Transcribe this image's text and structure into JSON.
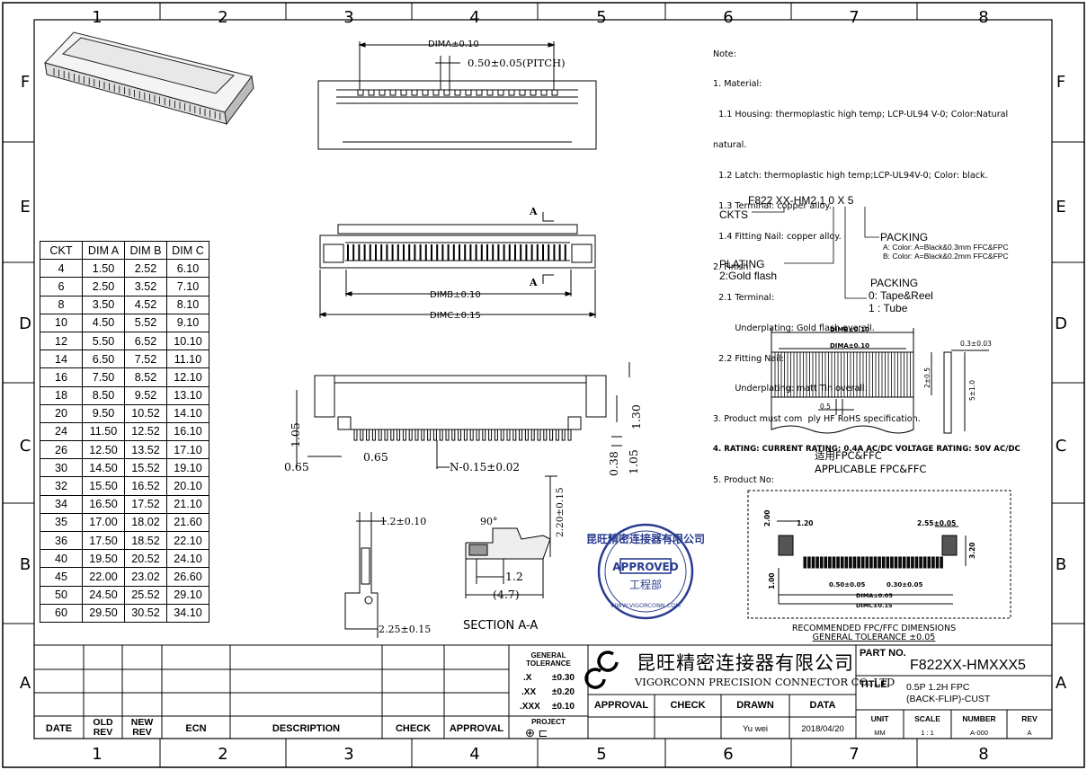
{
  "grid": {
    "top_numbers": [
      "1",
      "2",
      "3",
      "4",
      "5",
      "6",
      "7",
      "8"
    ],
    "bottom_numbers": [
      "1",
      "2",
      "3",
      "4",
      "5",
      "6",
      "7",
      "8"
    ],
    "side_letters": [
      "F",
      "E",
      "D",
      "C",
      "B",
      "A"
    ]
  },
  "notes": [
    "Note:",
    "1. Material:",
    "  1.1 Housing: thermoplastic high temp; LCP-UL94 V-0; Color:Natural",
    "natural.",
    "  1.2 Latch: thermoplastic high temp;LCP-UL94V-0; Color: black.",
    "  1.3 Terminal: copper alloy.",
    "  1.4 Fitting Nail: copper alloy.",
    "2. Finish:",
    "  2.1 Terminal:",
    "        Underplating: Gold flash overall.",
    "  2.2 Fitting Nail:",
    "        Underplating: matt Tin overall.",
    "3. Product must com  ply HF RoHS specification.",
    "4. RATING: CURRENT RATING: 0.4A AC/DC VOLTAGE RATING: 50V AC/DC",
    "5. Product No:"
  ],
  "part_code": {
    "code": "F822 XX-HM2 1 0 X 5",
    "ckts": "CKTS",
    "plating_title": "PLATING",
    "plating_value": "2:Gold flash",
    "packing1_title": "PACKING",
    "packing1_a": "A: Color: A=Black&0.3mm  FFC&FPC",
    "packing1_b": "B: Color: A=Black&0.2mm  FFC&FPC",
    "packing2_title": "PACKING",
    "packing2_0": "0: Tape&Reel",
    "packing2_1": "1 : Tube"
  },
  "dim_table": {
    "headers": [
      "CKT",
      "DIM A",
      "DIM B",
      "DIM C"
    ],
    "rows": [
      [
        "4",
        "1.50",
        "2.52",
        "6.10"
      ],
      [
        "6",
        "2.50",
        "3.52",
        "7.10"
      ],
      [
        "8",
        "3.50",
        "4.52",
        "8.10"
      ],
      [
        "10",
        "4.50",
        "5.52",
        "9.10"
      ],
      [
        "12",
        "5.50",
        "6.52",
        "10.10"
      ],
      [
        "14",
        "6.50",
        "7.52",
        "11.10"
      ],
      [
        "16",
        "7.50",
        "8.52",
        "12.10"
      ],
      [
        "18",
        "8.50",
        "9.52",
        "13.10"
      ],
      [
        "20",
        "9.50",
        "10.52",
        "14.10"
      ],
      [
        "24",
        "11.50",
        "12.52",
        "16.10"
      ],
      [
        "26",
        "12.50",
        "13.52",
        "17.10"
      ],
      [
        "30",
        "14.50",
        "15.52",
        "19.10"
      ],
      [
        "32",
        "15.50",
        "16.52",
        "20.10"
      ],
      [
        "34",
        "16.50",
        "17.52",
        "21.10"
      ],
      [
        "35",
        "17.00",
        "18.02",
        "21.60"
      ],
      [
        "36",
        "17.50",
        "18.52",
        "22.10"
      ],
      [
        "40",
        "19.50",
        "20.52",
        "24.10"
      ],
      [
        "45",
        "22.00",
        "23.02",
        "26.60"
      ],
      [
        "50",
        "24.50",
        "25.52",
        "29.10"
      ],
      [
        "60",
        "29.50",
        "30.52",
        "34.10"
      ]
    ]
  },
  "dims": {
    "dima": "DIMA±0.10",
    "pitch": "0.50±0.05(PITCH)",
    "section_a": "A",
    "dimb": "DIMB±0.10",
    "dimc": "DIMC±0.15",
    "d105": "1.05",
    "d065a": "0.65",
    "d065b": "0.65",
    "n015": "N-0.15±0.02",
    "d130": "1.30",
    "d038": "0.38",
    "d105b": "1.05",
    "d12010": "1.2±0.10",
    "d22515": "2.25±0.15",
    "angle": "90°",
    "d22015": "2.20±0.15",
    "d12": "1.2",
    "d47": "(4.7)",
    "section_title": "SECTION A-A"
  },
  "fpc": {
    "dimb": "DIMB±0.10",
    "dima": "DIMA±0.10",
    "thick": "0.3±0.03",
    "h2": "2±0.5",
    "h5": "5±1.0",
    "p05": "0.5",
    "label_cn": "适用FPC&FFC",
    "label_en": "APPLICABLE FPC&FFC"
  },
  "footprint": {
    "d200": "2.00",
    "d120": "1.20",
    "d255": "2.55±0.05",
    "d320": "3.20",
    "d100": "1.00",
    "d050": "0.50±0.05",
    "d030": "0.30±0.05",
    "dima": "DIMA±0.05",
    "dimc": "DIMC±0.15",
    "title1": "RECOMMENDED  FPC/FFC  DIMENSIONS",
    "title2": "GENERAL  TOLERANCE  ±0.05"
  },
  "stamp": {
    "text_top": "昆旺精密连接器有限公司",
    "approved": "APPROVED",
    "dept": "工程部",
    "url": "WWW.VIGORCONN.COM"
  },
  "title_block": {
    "rev_headers": [
      "DATE",
      "OLD REV",
      "NEW REV",
      "ECN",
      "DESCRIPTION",
      "CHECK",
      "APPROVAL"
    ],
    "tol_title": "GENERAL TOLERANCE",
    "tol_x": ".X",
    "tol_x_v": "±0.30",
    "tol_xx": ".XX",
    "tol_xx_v": "±0.20",
    "tol_xxx": ".XXX",
    "tol_xxx_v": "±0.10",
    "project": "PROJECT",
    "company_cn": "昆旺精密连接器有限公司",
    "company_en": "VIGORCONN PRECISION CONNECTOR CO.,LTD",
    "approval": "APPROVAL",
    "check": "CHECK",
    "drawn": "DRAWN",
    "data": "DATA",
    "drawn_by": "Yu wei",
    "date": "2018/04/20",
    "part_no_label": "PART NO.",
    "part_no": "F822XX-HMXXX5",
    "title_label": "TITLE.",
    "title_line1": "0.5P  1.2H  FPC",
    "title_line2": "(BACK-FLIP)-CUST",
    "unit_label": "UNIT",
    "unit": "MM",
    "scale_label": "SCALE",
    "scale": "1 : 1",
    "number_label": "NUMBER",
    "number": "A-000",
    "rev_label": "REV",
    "rev": "A"
  }
}
